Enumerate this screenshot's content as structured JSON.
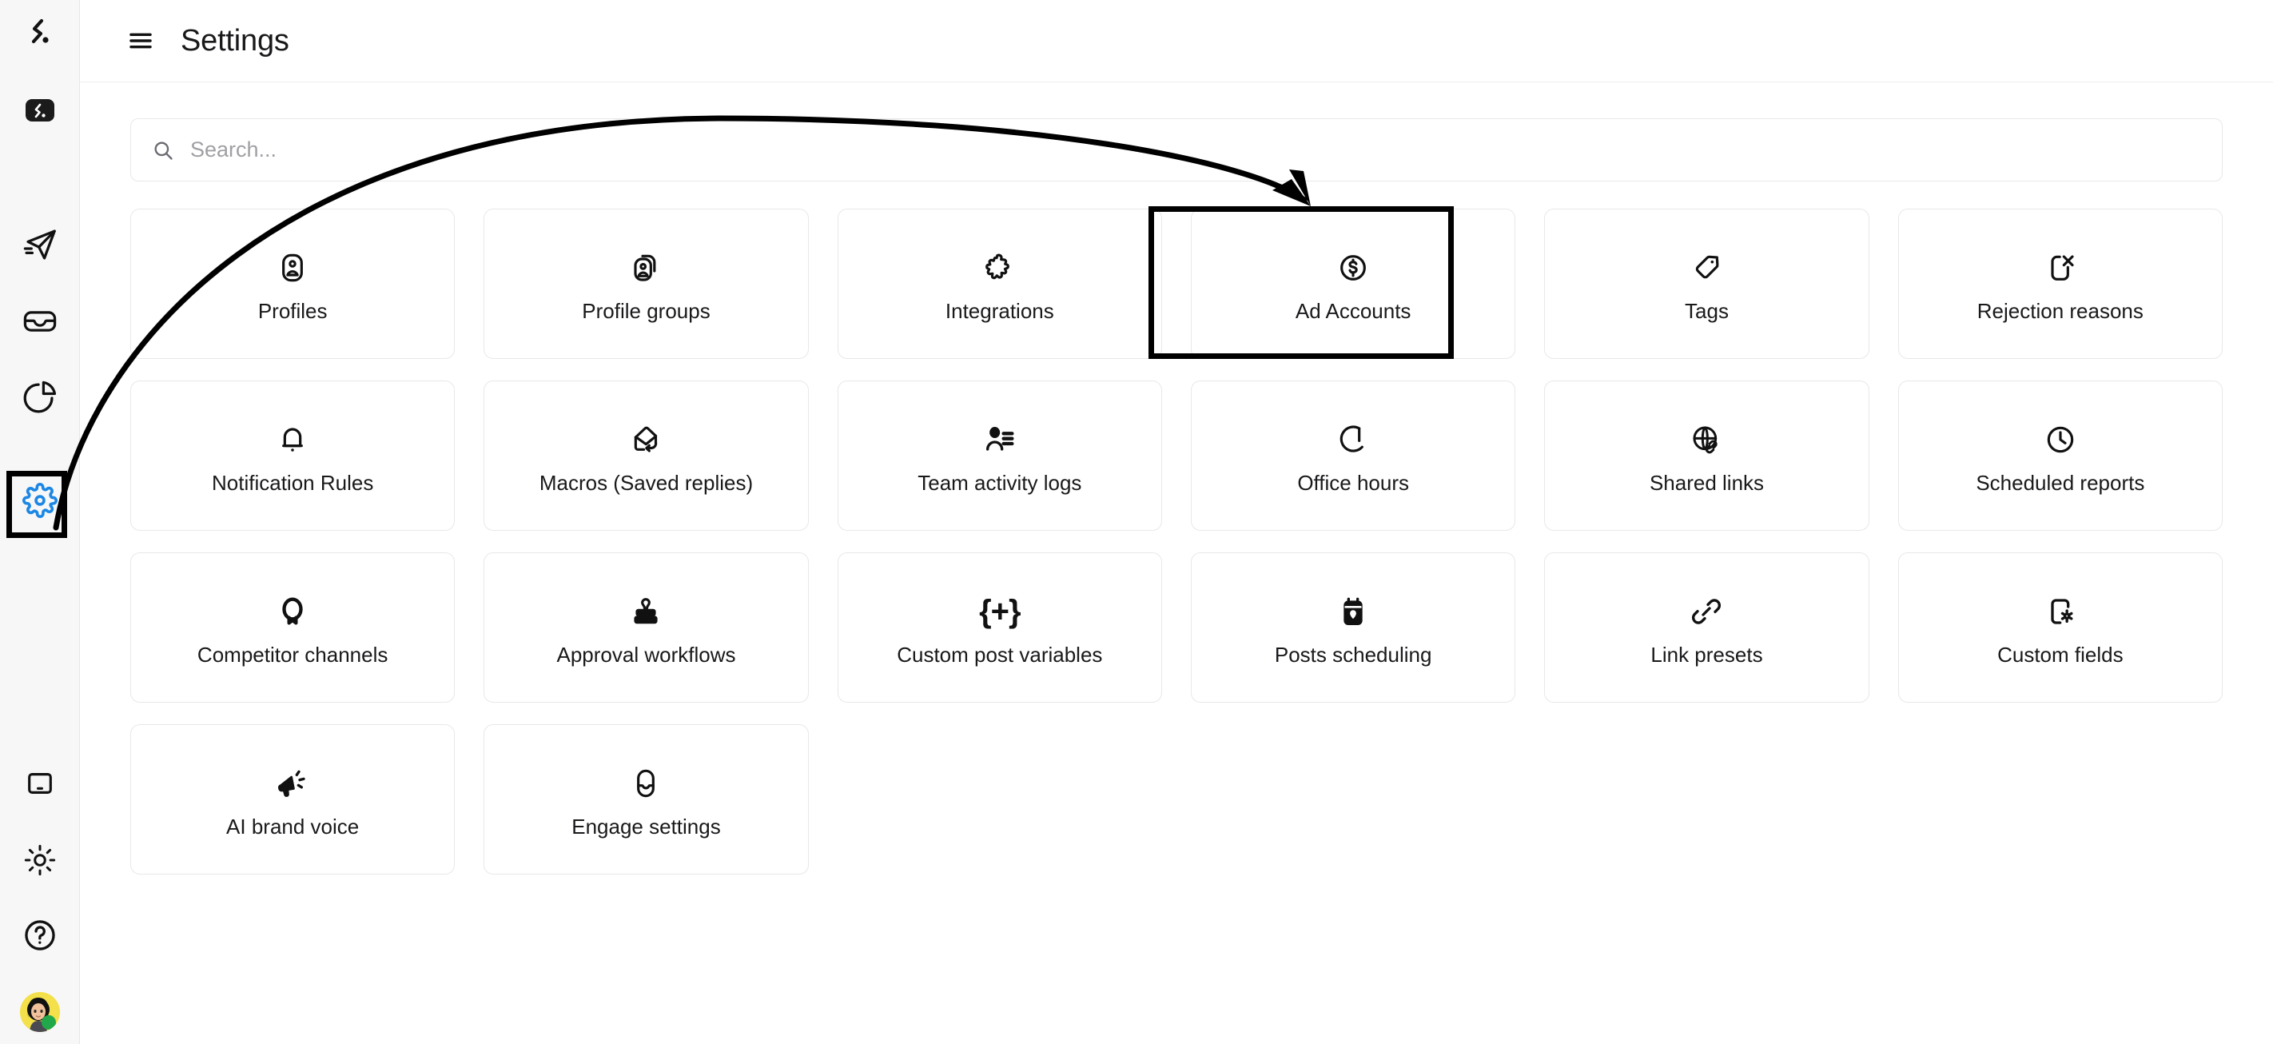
{
  "app": {
    "brand_mark": "brand-squiggle",
    "accent_color": "#1d87e4",
    "annotation_color": "#000000"
  },
  "rail": {
    "items": [
      {
        "name": "logo",
        "icon": "brand-squiggle-icon",
        "label": "Brand logo",
        "active": false
      },
      {
        "name": "app",
        "icon": "brand-square-icon",
        "label": "App switcher",
        "active": false
      },
      {
        "name": "publish",
        "icon": "paper-plane-icon",
        "label": "Publish",
        "active": false
      },
      {
        "name": "inbox",
        "icon": "inbox-icon",
        "label": "Inbox",
        "active": false
      },
      {
        "name": "analytics",
        "icon": "pie-chart-icon",
        "label": "Analytics",
        "active": false
      },
      {
        "name": "settings",
        "icon": "gear-icon",
        "label": "Settings",
        "active": true
      },
      {
        "name": "mobile",
        "icon": "mobile-icon",
        "label": "Mobile app",
        "active": false
      },
      {
        "name": "theme",
        "icon": "sun-icon",
        "label": "Theme",
        "active": false
      },
      {
        "name": "help",
        "icon": "question-mark-icon",
        "label": "Help",
        "active": false
      },
      {
        "name": "avatar",
        "icon": "user-avatar",
        "label": "Account",
        "active": false
      }
    ]
  },
  "header": {
    "menu_icon": "hamburger-icon",
    "title": "Settings"
  },
  "search": {
    "icon": "search-icon",
    "placeholder": "Search...",
    "value": ""
  },
  "tiles": [
    {
      "label": "Profiles",
      "icon": "profile-card-icon",
      "highlighted": false
    },
    {
      "label": "Profile groups",
      "icon": "profile-cards-stack-icon",
      "highlighted": false
    },
    {
      "label": "Integrations",
      "icon": "puzzle-piece-icon",
      "highlighted": false
    },
    {
      "label": "Ad Accounts",
      "icon": "dollar-circle-icon",
      "highlighted": true
    },
    {
      "label": "Tags",
      "icon": "tag-icon",
      "highlighted": false
    },
    {
      "label": "Rejection reasons",
      "icon": "bookmark-x-icon",
      "highlighted": false
    },
    {
      "label": "Notification Rules",
      "icon": "bell-icon",
      "highlighted": false
    },
    {
      "label": "Macros (Saved replies)",
      "icon": "envelope-reply-icon",
      "highlighted": false
    },
    {
      "label": "Team activity logs",
      "icon": "user-list-icon",
      "highlighted": false
    },
    {
      "label": "Office hours",
      "icon": "moon-clock-icon",
      "highlighted": false
    },
    {
      "label": "Shared links",
      "icon": "globe-link-icon",
      "highlighted": false
    },
    {
      "label": "Scheduled reports",
      "icon": "clock-icon",
      "highlighted": false
    },
    {
      "label": "Competitor channels",
      "icon": "radar-person-icon",
      "highlighted": false
    },
    {
      "label": "Approval workflows",
      "icon": "rubber-stamp-icon",
      "highlighted": false
    },
    {
      "label": "Custom post variables",
      "icon": "braces-plus-icon",
      "highlighted": false
    },
    {
      "label": "Posts scheduling",
      "icon": "calendar-pin-icon",
      "highlighted": false
    },
    {
      "label": "Link presets",
      "icon": "chain-link-icon",
      "highlighted": false
    },
    {
      "label": "Custom fields",
      "icon": "card-gear-icon",
      "highlighted": false
    },
    {
      "label": "AI brand voice",
      "icon": "megaphone-icon",
      "highlighted": false
    },
    {
      "label": "Engage settings",
      "icon": "chat-capsule-icon",
      "highlighted": false
    }
  ],
  "annotations": {
    "highlight_boxes": [
      {
        "name": "settings-rail-highlight",
        "target": "settings"
      },
      {
        "name": "ad-accounts-tile-highlight",
        "target": "Ad Accounts"
      }
    ],
    "arrow": {
      "name": "curved-arrow",
      "from": "settings-rail-item",
      "to": "ad-accounts-tile"
    }
  }
}
